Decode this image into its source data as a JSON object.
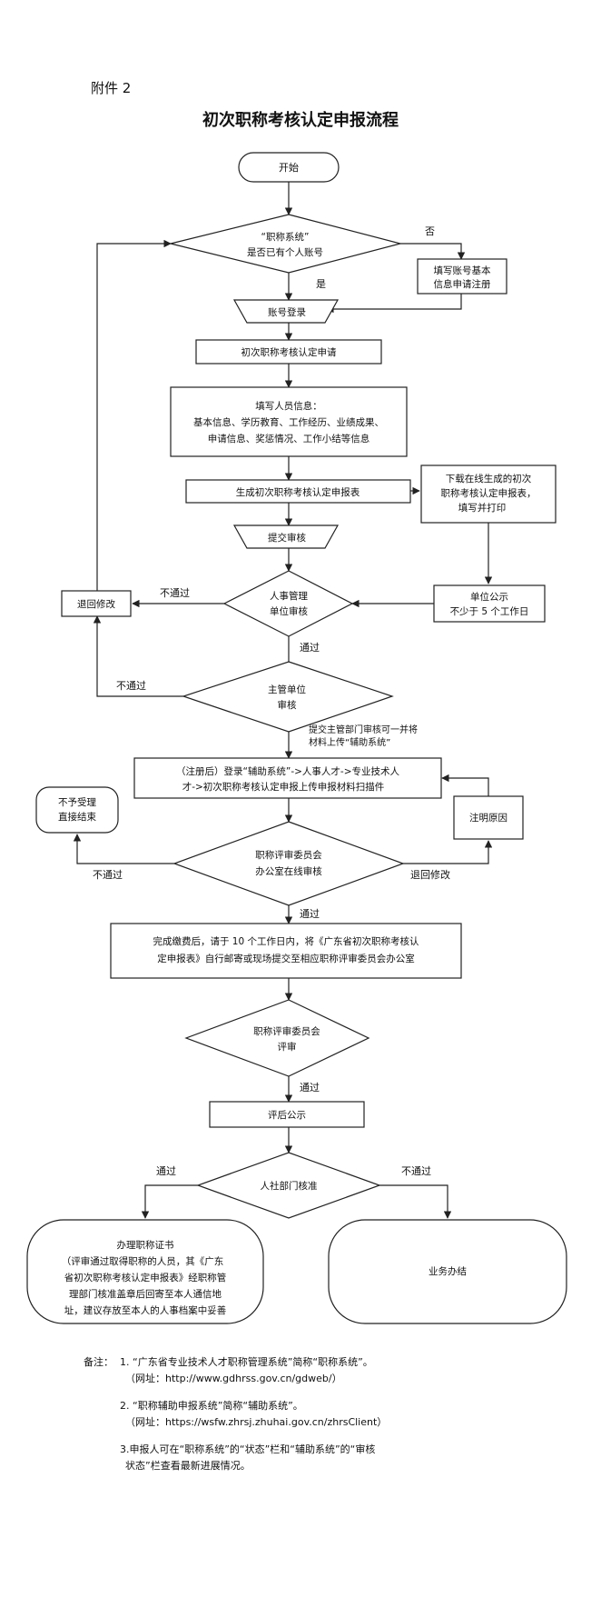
{
  "header": {
    "attachment": "附件 2",
    "title": "初次职称考核认定申报流程"
  },
  "nodes": {
    "start": "开始",
    "has_account": [
      "“职称系统”",
      "是否已有个人账号"
    ],
    "register": [
      "填写账号基本",
      "信息申请注册"
    ],
    "login": "账号登录",
    "apply": "初次职称考核认定申请",
    "fill_info": [
      "填写人员信息：",
      "基本信息、学历教育、工作经历、业绩成果、",
      "申请信息、奖惩情况、工作小结等信息"
    ],
    "generate_form": "生成初次职称考核认定申报表",
    "download_print": [
      "下载在线生成的初次",
      "职称考核认定申报表，",
      "填写并打印"
    ],
    "submit_review": "提交审核",
    "unit_publicity": [
      "单位公示",
      "不少于 5 个工作日"
    ],
    "hr_review": [
      "人事管理",
      "单位审核"
    ],
    "return_modify": "退回修改",
    "competent_unit": [
      "主管单位",
      "审核"
    ],
    "assist_upload": [
      "（注册后）登录“辅助系统”->人事人才->专业技术人",
      "才->初次职称考核认定申报上传申报材料扫描件"
    ],
    "not_accepted": [
      "不予受理",
      "直接结束"
    ],
    "note_reason": "注明原因",
    "committee_online": [
      "职称评审委员会",
      "办公室在线审核"
    ],
    "pay_mail": [
      "完成缴费后，请于 10 个工作日内，将《广东省初次职称考核认",
      "定申报表》自行邮寄或现场提交至相应职称评审委员会办公室"
    ],
    "committee_review": [
      "职称评审委员会",
      "评审"
    ],
    "post_publicity": "评后公示",
    "hrss_approval": "人社部门核准",
    "certificate": [
      "办理职称证书",
      "（评审通过取得职称的人员，其《广东",
      "省初次职称考核认定申报表》经职称管",
      "理部门核准盖章后回寄至本人通信地",
      "址，建议存放至本人的人事档案中妥善"
    ],
    "completed": "业务办结"
  },
  "labels": {
    "no": "否",
    "yes": "是",
    "not_pass_1": "不通过",
    "pass_1": "通过",
    "not_pass_2": "不通过",
    "submit_note": [
      "提交主管部门审核可一并将",
      "材料上传“辅助系统”"
    ],
    "not_pass_3": "不通过",
    "return_modify_2": "退回修改",
    "pass_2": "通过",
    "pass_3": "通过",
    "pass_4": "通过",
    "not_pass_4": "不通过"
  },
  "notes": {
    "prefix": "备注：",
    "items": [
      {
        "text": "1. “广东省专业技术人才职称管理系统”简称“职称系统”。",
        "url": "（网址：http://www.gdhrss.gov.cn/gdweb/）"
      },
      {
        "text": "2. “职称辅助申报系统”简称“辅助系统”。",
        "url": "（网址：https://wsfw.zhrsj.zhuhai.gov.cn/zhrsClient）"
      },
      {
        "text": "3.申报人可在“职称系统”的“状态”栏和“辅助系统”的“审核",
        "url": "状态”栏查看最新进展情况。"
      }
    ]
  }
}
